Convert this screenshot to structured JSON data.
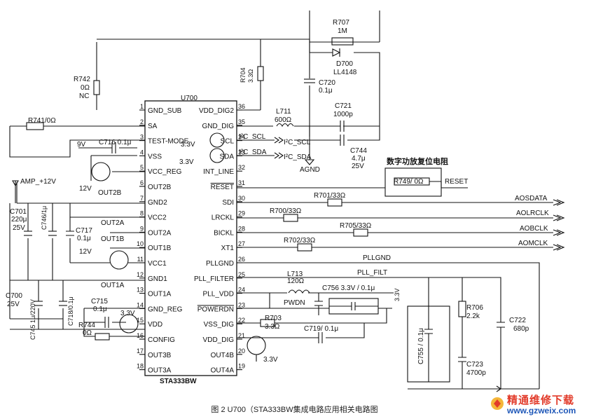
{
  "ic": {
    "ref": "U700",
    "part": "STA333BW",
    "left_pins": [
      {
        "n": "1",
        "name": "GND_SUB"
      },
      {
        "n": "2",
        "name": "SA"
      },
      {
        "n": "3",
        "name": "TEST-MODE"
      },
      {
        "n": "4",
        "name": "VSS"
      },
      {
        "n": "5",
        "name": "VCC_REG"
      },
      {
        "n": "6",
        "name": "OUT2B"
      },
      {
        "n": "7",
        "name": "GND2"
      },
      {
        "n": "8",
        "name": "VCC2"
      },
      {
        "n": "9",
        "name": "OUT2A"
      },
      {
        "n": "10",
        "name": "OUT1B"
      },
      {
        "n": "11",
        "name": "VCC1"
      },
      {
        "n": "12",
        "name": "GND1"
      },
      {
        "n": "13",
        "name": "OUT1A"
      },
      {
        "n": "14",
        "name": "GND_REG"
      },
      {
        "n": "15",
        "name": "VDD"
      },
      {
        "n": "16",
        "name": "CONFIG"
      },
      {
        "n": "17",
        "name": "OUT3B"
      },
      {
        "n": "18",
        "name": "OUT3A"
      }
    ],
    "right_pins": [
      {
        "n": "36",
        "name": "VDD_DIG2"
      },
      {
        "n": "35",
        "name": "GND_DIG"
      },
      {
        "n": "34",
        "name": "SCL"
      },
      {
        "n": "33",
        "name": "SDA"
      },
      {
        "n": "32",
        "name": "INT_LINE"
      },
      {
        "n": "31",
        "name": "RESET"
      },
      {
        "n": "30",
        "name": "SDI"
      },
      {
        "n": "29",
        "name": "LRCKL"
      },
      {
        "n": "28",
        "name": "BICKL"
      },
      {
        "n": "27",
        "name": "XT1"
      },
      {
        "n": "26",
        "name": "PLLGND"
      },
      {
        "n": "25",
        "name": "PLL_FILTER"
      },
      {
        "n": "24",
        "name": "PLL_VDD"
      },
      {
        "n": "23",
        "name": "POWERDN"
      },
      {
        "n": "22",
        "name": "VSS_DIG"
      },
      {
        "n": "21",
        "name": "VDD_DIG"
      },
      {
        "n": "20",
        "name": "OUT4B"
      },
      {
        "n": "19",
        "name": "OUT4A"
      }
    ]
  },
  "components": {
    "r707": "R707",
    "r707_val": "1M",
    "d700": "D700",
    "d700_val": "LL4148",
    "r742": "R742",
    "r742_val": "0Ω",
    "r742_nc": "NC",
    "r704": "R704",
    "r704_val": "3.3Ω",
    "c720": "C720",
    "c720_val": "0.1μ",
    "l711": "L711",
    "l711_val": "600Ω",
    "c721": "C721",
    "c721_val": "1000p",
    "c744": "C744",
    "c744_val": "4.7μ",
    "c744_v": "25V",
    "r741": "R741/0Ω",
    "c716": "C716 0.1μ",
    "c701": "C701",
    "c701_val": "220μ",
    "c701_v": "25V",
    "c746": "C746/1μ",
    "c717": "C717",
    "c717_val": "0.1μ",
    "c700": "C700",
    "c700_v": "25V",
    "c745": "C745 1μ/220V",
    "c718": "C718/0.1μ",
    "c715": "C715",
    "c715_val": "0.1μ",
    "r744": "R744",
    "r744_val": "0Ω",
    "r749": "R749/ 0Ω",
    "r701": "R701/33Ω",
    "r700": "R700/33Ω",
    "r705": "R705/33Ω",
    "r702": "R702/33Ω",
    "l713": "L713",
    "l713_val": "120Ω",
    "c756": "C756  3.3V / 0.1μ",
    "r703": "R703",
    "r703_val": "3.3Ω",
    "c719": "C719/ 0.1μ",
    "c755": "C755 / 0.1μ",
    "r706": "R706",
    "r706_val": "2.2k",
    "c722": "C722",
    "c722_val": "680p",
    "c723": "C723",
    "c723_val": "4700p"
  },
  "nets": {
    "i2c_scl_l": "I²C_SCL",
    "i2c_sda_l": "I²C_SDA",
    "i2c_scl_r": "I²C_SCL",
    "i2c_sda_r": "I²C_SDA",
    "agnd": "AGND",
    "v33": "3.3V",
    "v9": "9V",
    "v12": "12V",
    "amp": "AMP_+12V",
    "out2b": "OUT2B",
    "out2a": "OUT2A",
    "out1b": "OUT1B",
    "out1a": "OUT1A",
    "reset": "RESET",
    "reset_circuit_title": "数字功放复位电阻",
    "aosdata": "AOSDATA",
    "aolrclk": "AOLRCLK",
    "aobclk": "AOBCLK",
    "aomclk": "AOMCLK",
    "pllgnd": "PLLGND",
    "pll_filt": "PLL_FILT",
    "pwdn": "PWDN",
    "v33b": "3.3V"
  },
  "caption": "图 2  U700（STA333BW集成电路应用相关电路图",
  "watermark": {
    "title": "精通维修下载",
    "url": "www.gzweix.com"
  },
  "colors": {
    "ink": "#111111",
    "watermark_red": "#e23b2a",
    "watermark_blue": "#1e57b8"
  }
}
